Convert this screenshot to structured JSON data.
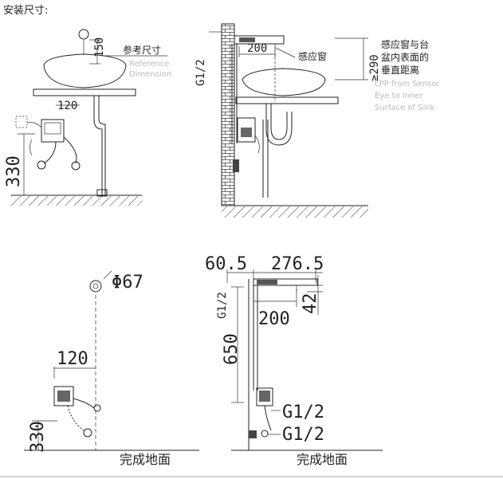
{
  "title": "安装尺寸:",
  "fig1": {
    "dim_150": "150",
    "ref_cn": "参考尺寸",
    "ref_en_1": "Reference",
    "ref_en_2": "Dimension",
    "dim_120": "120",
    "dim_330": "330"
  },
  "fig2": {
    "dim_200": "200",
    "sensor_window": "感应窗",
    "thread": "G1/2",
    "dim_290": "≥290",
    "note_cn_1": "感应窗与台",
    "note_cn_2": "盆内表面的",
    "note_cn_3": "垂直距离",
    "note_en_1": "LPP from Sensor",
    "note_en_2": "Eye to Inner",
    "note_en_3": "Surface of Sink"
  },
  "fig3": {
    "diameter": "Φ67",
    "dim_120": "120",
    "dim_330": "330",
    "ground": "完成地面"
  },
  "fig4": {
    "dim_60_5": "60.5",
    "dim_276_5": "276.5",
    "thread_vertical": "G1/2",
    "dim_42": "42",
    "dim_200": "200",
    "dim_650": "650",
    "thread_1": "G1/2",
    "thread_2": "G1/2",
    "ground": "完成地面"
  }
}
